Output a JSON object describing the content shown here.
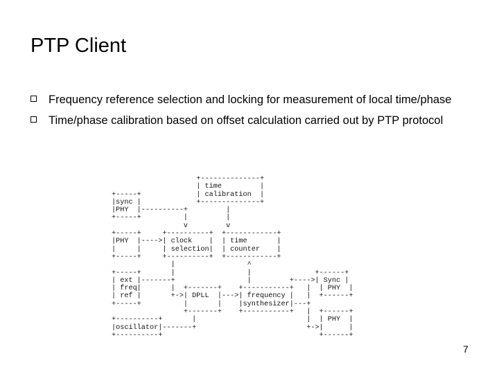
{
  "slide": {
    "title": "PTP Client",
    "bullets": [
      "Frequency reference selection and locking for measurement of local time/phase",
      "Time/phase calibration based on offset calculation carried out by PTP protocol"
    ],
    "diagram_text": "                    +--------------+\n                    | time         |\n+-----+             | calibration  |\n|sync |             +--------------+\n|PHY  |----------+         |\n+-----+          |         |\n                 v         v\n+-----+     +----------+  +------------+\n|PHY  |---->| clock    |  | time       |\n|     |     | selection|  | counter    |\n+-----+     +----------+  +------------+\n              |                 ^\n+-----+       |                 |               +------+\n| ext |-------+                 |         +---->| Sync |\n| freq|       |  +-------+    +-----------+   |  | PHY  |\n| ref |       +->| DPLL  |--->| frequency |   |  +------+\n+-----+          |       |    |synthesizer|---+\n                 +-------+    +-----------+   |  +------+\n+----------+       |                          |  | PHY  |\n|oscillator|-------+                          +->|      |\n+----------+                                     +------+",
    "page_number": "7"
  }
}
